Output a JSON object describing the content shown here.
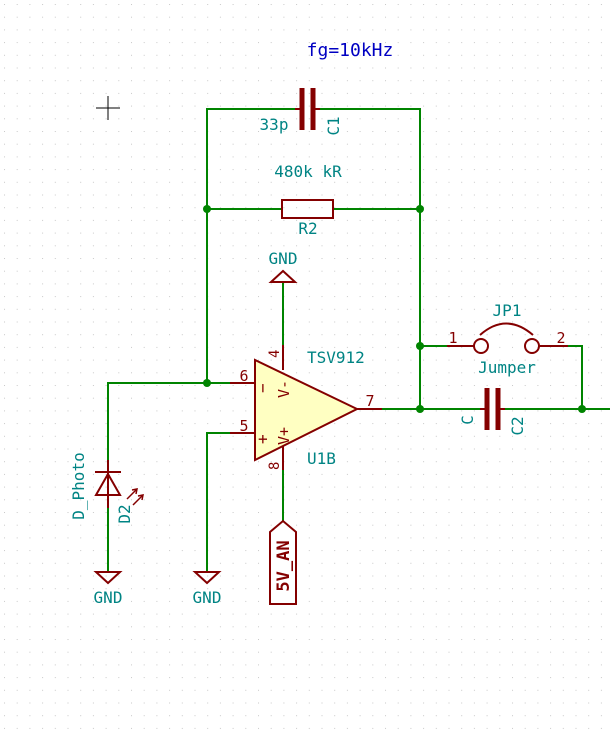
{
  "colors": {
    "background": "#ffffff",
    "grid": "#c8c8c8",
    "wire": "#008400",
    "component": "#840000",
    "opamp_fill": "#ffffc2",
    "label_teal": "#008484",
    "note_blue": "#0000c2"
  },
  "annotation": {
    "text": "fg=10kHz"
  },
  "cursor": {
    "icon": "crosshair-cursor-icon"
  },
  "c1": {
    "value": "33p",
    "ref": "C1"
  },
  "r2": {
    "value": "480k kR",
    "ref": "R2"
  },
  "u1b": {
    "value": "TSV912",
    "ref": "U1B"
  },
  "opamp_pins": {
    "p4": "4",
    "p6": "6",
    "p5": "5",
    "p7": "7",
    "p8": "8"
  },
  "opamp_inner": {
    "vminus": "V-",
    "vplus": "V+",
    "minus_sign": "−",
    "plus_sign": "+"
  },
  "jp1": {
    "ref": "JP1",
    "value": "Jumper",
    "pin1": "1",
    "pin2": "2"
  },
  "c2": {
    "value": "C",
    "ref": "C2"
  },
  "d2": {
    "value": "D_Photo",
    "ref": "D2"
  },
  "power": {
    "gnd_top": "GND",
    "gnd_diode": "GND",
    "gnd_plus": "GND",
    "supply_5v": "5V_AN"
  }
}
